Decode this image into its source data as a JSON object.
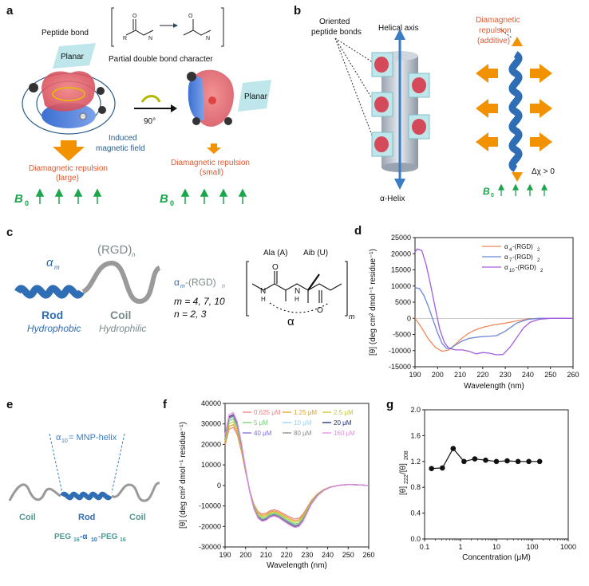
{
  "panels": {
    "a": {
      "letter": "a",
      "peptide_bond": "Peptide bond",
      "partial_double": "Partial double bond character",
      "planar_left": "Planar",
      "planar_right": "Planar",
      "rot_angle": "90°",
      "induced_1": "Induced",
      "induced_2": "magnetic field",
      "dia_large_1": "Diamagnetic repulsion",
      "dia_large_2": "(large)",
      "dia_small_1": "Diamagnetic repulsion",
      "dia_small_2": "(small)",
      "b0": "B",
      "b0_sub": "0",
      "b0_right": "B",
      "b0_right_sub": "0"
    },
    "b": {
      "letter": "b",
      "oriented_1": "Oriented",
      "oriented_2": "peptide bonds",
      "helical_axis": "Helical axis",
      "alpha_helix": "α-Helix",
      "dia_1": "Diamagnetic",
      "dia_2": "repulsion",
      "dia_3": "(additive)",
      "dchi": "Δχ > 0",
      "b0": "B",
      "b0_sub": "0"
    },
    "c": {
      "letter": "c",
      "alpha_m": "α",
      "alpha_m_sub": "m",
      "rgd_n": "(RGD)",
      "rgd_n_sub": "n",
      "rod": "Rod",
      "coil": "Coil",
      "hydrophobic": "Hydrophobic",
      "hydrophilic": "Hydrophilic",
      "formula": "α",
      "formula_sub": "m",
      "formula_rest": "-(RGD)",
      "formula_sub2": "n",
      "m_vals": "m = 4, 7, 10",
      "n_vals": "n = 2, 3",
      "ala": "Ala (A)",
      "aib": "Aib (U)",
      "alpha_under": "α",
      "m_bracket": "m",
      "n_atom1": "N",
      "h_atom1": "H",
      "n_atom2": "N",
      "h_atom2": "H",
      "o_atom1": "O",
      "o_atom2": "O"
    },
    "e": {
      "letter": "e",
      "mnp": "α",
      "mnp_sub": "10",
      "mnp_rest": " = MNP-helix",
      "coil_left": "Coil",
      "rod": "Rod",
      "coil_right": "Coil",
      "peg_label": "PEG",
      "peg_sub1": "16",
      "peg_mid": "-α",
      "peg_sub2": "10",
      "peg_end": "-PEG",
      "peg_sub3": "16"
    }
  },
  "colors": {
    "helix_blue": "#2f6db5",
    "coil_gray": "#9a9a9a",
    "orange": "#f39200",
    "green": "#1aa64a",
    "teal": "#4f9a94",
    "red_orange": "#e4572e",
    "axis_blue": "#3a7dc4"
  },
  "chart_data": [
    {
      "id": "d",
      "letter": "d",
      "type": "line",
      "xlabel": "Wavelength (nm)",
      "ylabel": "[θ] (deg cm² dmol⁻¹ residue⁻¹)",
      "xlim": [
        190,
        260
      ],
      "ylim": [
        -15000,
        25000
      ],
      "xticks": [
        190,
        200,
        210,
        220,
        230,
        240,
        250,
        260
      ],
      "yticks": [
        -15000,
        -10000,
        -5000,
        0,
        5000,
        10000,
        15000,
        20000,
        25000
      ],
      "legend": "top-right",
      "series": [
        {
          "name": "α4-(RGD)2",
          "label": "α",
          "sub": "4",
          "rest": "-(RGD)",
          "sub2": "2",
          "color": "#f08a5d",
          "x": [
            190,
            193,
            196,
            199,
            202,
            205,
            208,
            211,
            214,
            217,
            220,
            225,
            230,
            235,
            240,
            245,
            250,
            255,
            260
          ],
          "y": [
            0,
            -3000,
            -6500,
            -9000,
            -10200,
            -9800,
            -8000,
            -6000,
            -4500,
            -3500,
            -2800,
            -2000,
            -1500,
            -800,
            -200,
            0,
            0,
            0,
            0
          ]
        },
        {
          "name": "α7-(RGD)2",
          "label": "α",
          "sub": "7",
          "rest": "-(RGD)",
          "sub2": "2",
          "color": "#6b86d6",
          "x": [
            190,
            192,
            194,
            196,
            198,
            200,
            202,
            204,
            206,
            208,
            211,
            214,
            218,
            222,
            226,
            230,
            235,
            240,
            245,
            250,
            260
          ],
          "y": [
            9500,
            9200,
            7000,
            3500,
            -500,
            -4500,
            -7800,
            -9300,
            -9200,
            -8200,
            -7000,
            -6200,
            -5800,
            -5600,
            -5400,
            -4000,
            -1500,
            -300,
            0,
            0,
            0
          ]
        },
        {
          "name": "α10-(RGD)2",
          "label": "α",
          "sub": "10",
          "rest": "-(RGD)",
          "sub2": "2",
          "color": "#a35de0",
          "x": [
            190,
            191,
            193,
            195,
            197,
            199,
            201,
            203,
            205,
            208,
            211,
            214,
            217,
            220,
            223,
            226,
            229,
            232,
            235,
            238,
            241,
            245,
            250,
            255,
            260
          ],
          "y": [
            20500,
            21500,
            21000,
            16500,
            10000,
            3000,
            -3500,
            -7500,
            -9300,
            -9800,
            -9800,
            -10200,
            -11000,
            -10600,
            -10800,
            -11300,
            -11200,
            -9000,
            -6000,
            -3000,
            -1200,
            -300,
            0,
            0,
            0
          ]
        }
      ]
    },
    {
      "id": "f",
      "letter": "f",
      "type": "line",
      "xlabel": "Wavelength (nm)",
      "ylabel": "[θ] (deg cm² dmol⁻¹ residue⁻¹)",
      "xlim": [
        190,
        260
      ],
      "ylim": [
        -30000,
        40000
      ],
      "xticks": [
        190,
        200,
        210,
        220,
        230,
        240,
        250,
        260
      ],
      "yticks": [
        -30000,
        -20000,
        -10000,
        0,
        10000,
        20000,
        30000,
        40000
      ],
      "legend": "top (grid of labels)",
      "series": [
        {
          "name": "0.625 μM",
          "color": "#f08080",
          "amp": 0.82
        },
        {
          "name": "1.25 μM",
          "color": "#e0a030",
          "amp": 0.86
        },
        {
          "name": "2.5 μM",
          "color": "#c8c832",
          "amp": 0.9
        },
        {
          "name": "5 μM",
          "color": "#72d072",
          "amp": 0.94
        },
        {
          "name": "10 μM",
          "color": "#9ad0f0",
          "amp": 0.97
        },
        {
          "name": "20 μM",
          "color": "#1c2a6e",
          "amp": 1.0
        },
        {
          "name": "40 μM",
          "color": "#7b6cdc",
          "amp": 0.99
        },
        {
          "name": "80 μM",
          "color": "#8a8a8a",
          "amp": 0.98
        },
        {
          "name": "160 μM",
          "color": "#e68ae6",
          "amp": 1.03
        }
      ],
      "shape_x": [
        190,
        192,
        194,
        196,
        198,
        200,
        202,
        204,
        206,
        208,
        210,
        212,
        214,
        216,
        218,
        220,
        222,
        224,
        226,
        228,
        230,
        232,
        235,
        238,
        241,
        245,
        250,
        255,
        260
      ],
      "shape_y": [
        24000,
        33500,
        34500,
        30000,
        20000,
        8000,
        -3000,
        -11000,
        -15500,
        -17000,
        -16500,
        -15000,
        -14500,
        -15200,
        -16500,
        -17800,
        -19000,
        -20000,
        -19500,
        -17000,
        -13000,
        -9000,
        -5000,
        -2500,
        -1000,
        0,
        500,
        300,
        0
      ]
    },
    {
      "id": "g",
      "letter": "g",
      "type": "scatter",
      "xlabel": "Concentration (μM)",
      "ylabel": "[θ]222/[θ]208",
      "ylabel_main": "[θ]",
      "ylabel_sub1": "222",
      "ylabel_mid": "/[θ]",
      "ylabel_sub2": "208",
      "x_scale": "log",
      "xlim": [
        0.1,
        1000
      ],
      "ylim": [
        0.0,
        2.0
      ],
      "xticks": [
        0.1,
        1,
        10,
        100,
        1000
      ],
      "xtick_labels": [
        "0.1",
        "1",
        "10",
        "100",
        "1000"
      ],
      "yticks": [
        0.0,
        0.4,
        0.8,
        1.2,
        1.6,
        2.0
      ],
      "ytick_labels": [
        "0.0",
        "0.4",
        "0.8",
        "1.2",
        "1.6",
        "2.0"
      ],
      "x": [
        0.156,
        0.3125,
        0.625,
        1.25,
        2.5,
        5,
        10,
        20,
        40,
        80,
        160
      ],
      "y": [
        1.09,
        1.1,
        1.4,
        1.2,
        1.24,
        1.22,
        1.2,
        1.21,
        1.2,
        1.2,
        1.2
      ]
    }
  ]
}
